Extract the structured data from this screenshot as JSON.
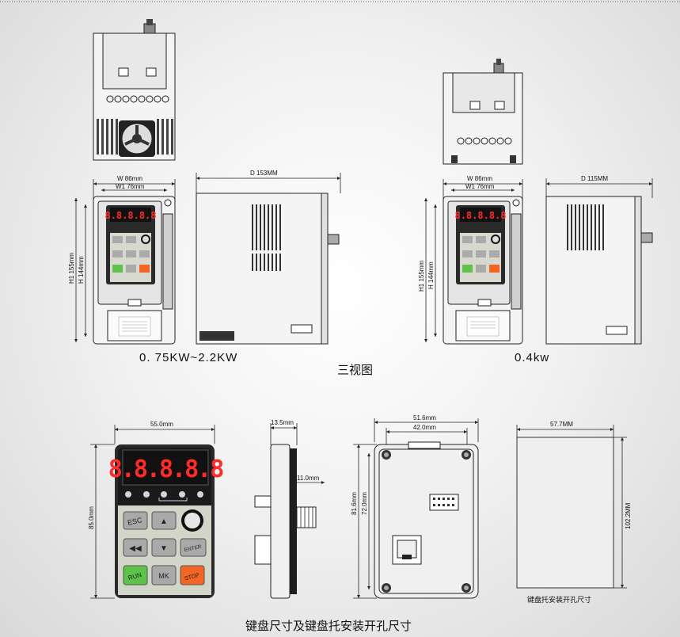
{
  "drive_large": {
    "w_label": "W   86mm",
    "w1_label": "W1  76mm",
    "d_label": "D 153MM",
    "h1_label": "H1 155mm",
    "h_label": "H   144mm",
    "caption": "0. 75KW~2.2KW"
  },
  "drive_small": {
    "w_label": "W   86mm",
    "w1_label": "W1  76mm",
    "d_label": "D 115MM",
    "h1_label": "H1 155mm",
    "h_label": "H   144mm",
    "caption": "0.4kw"
  },
  "three_view_caption": "三视图",
  "keypad": {
    "display": "8.8.8.8.8",
    "width_label": "55.0mm",
    "height_label": "85.0mm",
    "buttons": {
      "esc": "ESC",
      "up": "▲",
      "rev": "◀◀",
      "down": "▼",
      "enter": "ENTER",
      "run": "RUN",
      "mk": "MK",
      "stop": "STOP"
    }
  },
  "keypad_side": {
    "depth_label": "13.5mm",
    "flange_label": "11.0mm"
  },
  "keypad_back": {
    "outer_width_label": "51.6mm",
    "inner_width_label": "42.0mm",
    "outer_height_label": "81.6mm",
    "inner_height_label": "72.0mm"
  },
  "cutout": {
    "width_label": "57.7MM",
    "height_label": "102.2MM",
    "caption": "键盘托安装开孔尺寸"
  },
  "bottom_caption": "键盘尺寸及键盘托安装开孔尺寸",
  "colors": {
    "display_red": "#ff2a2a",
    "run_green": "#5cc24a",
    "stop_orange": "#f26522",
    "key_grey": "#a9a9a9"
  }
}
